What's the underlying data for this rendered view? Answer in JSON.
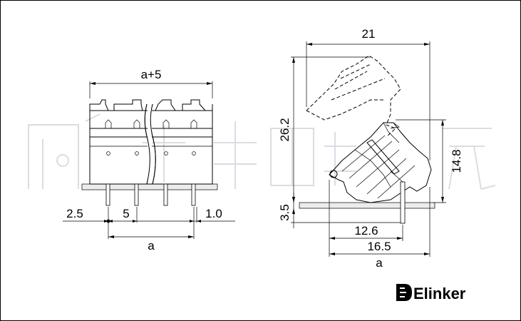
{
  "front_view": {
    "dims": {
      "top_width": "a+5",
      "left_offset": "2.5",
      "pitch": "5",
      "pin_width": "1.0",
      "total": "a"
    }
  },
  "side_view": {
    "dims": {
      "width": "21",
      "height": "26.2",
      "body_height": "14.8",
      "pin_length": "3.5",
      "pin_offset": "12.6",
      "depth": "16.5",
      "total": "a"
    }
  },
  "brand": {
    "name": "Elinker"
  }
}
